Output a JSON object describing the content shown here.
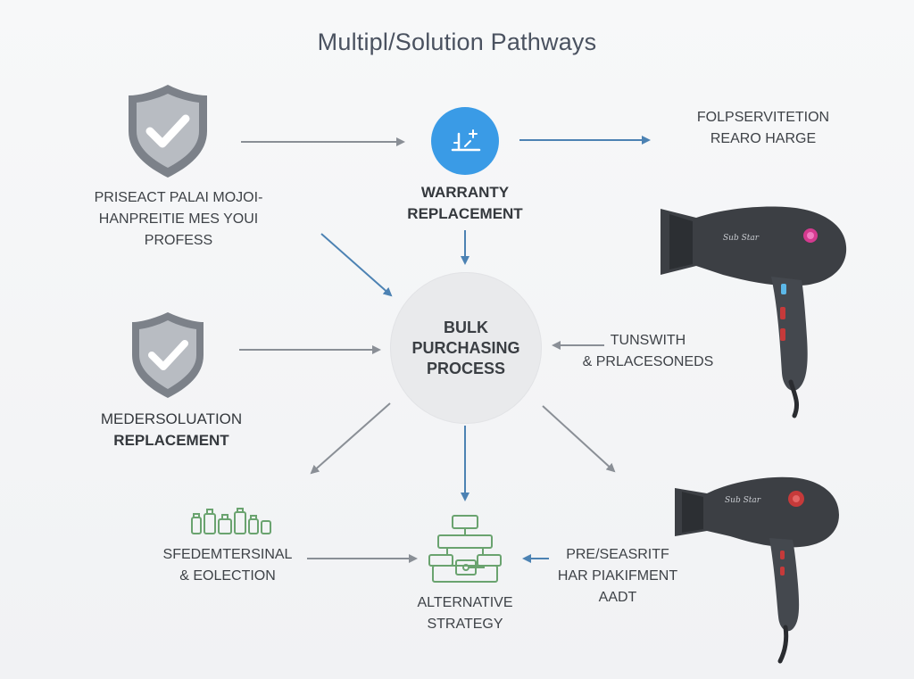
{
  "title": "Multipl/Solution Pathways",
  "hub": {
    "lines": [
      "BULK",
      "PURCHASING",
      "PROCESS"
    ]
  },
  "nodes": {
    "top_left": {
      "lines": [
        "PRISEACT PALAI MOJOI-",
        "HANPREITIE MES YOUI",
        "PROFESS"
      ],
      "icon": "shield-check-icon"
    },
    "warranty": {
      "lines": [
        "WARRANTY",
        "REPLACEMENT"
      ],
      "icon": "tool-circle-icon"
    },
    "top_right": {
      "lines": [
        "FOLPSERVITETION",
        "REARO HARGE"
      ]
    },
    "mid_left": {
      "lines": [
        "MEDERSOLUATION",
        "REPLACEMENT"
      ],
      "icon": "shield-check-icon"
    },
    "mid_right": {
      "lines": [
        "TUNSWITH",
        "& PRLACESONEDS"
      ]
    },
    "bottom_left": {
      "lines": [
        "SFEDEMTERSINAL",
        "& EOLECTION"
      ],
      "icon": "bottles-icon"
    },
    "alternative": {
      "lines": [
        "ALTERNATIVE",
        "STRATEGY"
      ],
      "icon": "network-box-icon"
    },
    "bottom_right": {
      "lines": [
        "PRE/SEASRITF",
        "HAR PIAKIFMENT",
        "AADT"
      ]
    }
  },
  "products": [
    {
      "name": "hair-dryer-large",
      "icon": "hair-dryer-icon",
      "logo": "Sub Star"
    },
    {
      "name": "hair-dryer-small",
      "icon": "hair-dryer-icon",
      "logo": "Sub Star"
    }
  ],
  "colors": {
    "shield": "#7c8189",
    "shield_inner": "#b8bcc2",
    "accent_blue": "#3a9be6",
    "arrow_gray": "#8a8f96",
    "arrow_blue": "#4c82b3",
    "icon_green": "#6aa36f",
    "dryer_body": "#3c3f44",
    "dryer_pink": "#d43a8f",
    "dryer_red": "#c63a3a"
  }
}
